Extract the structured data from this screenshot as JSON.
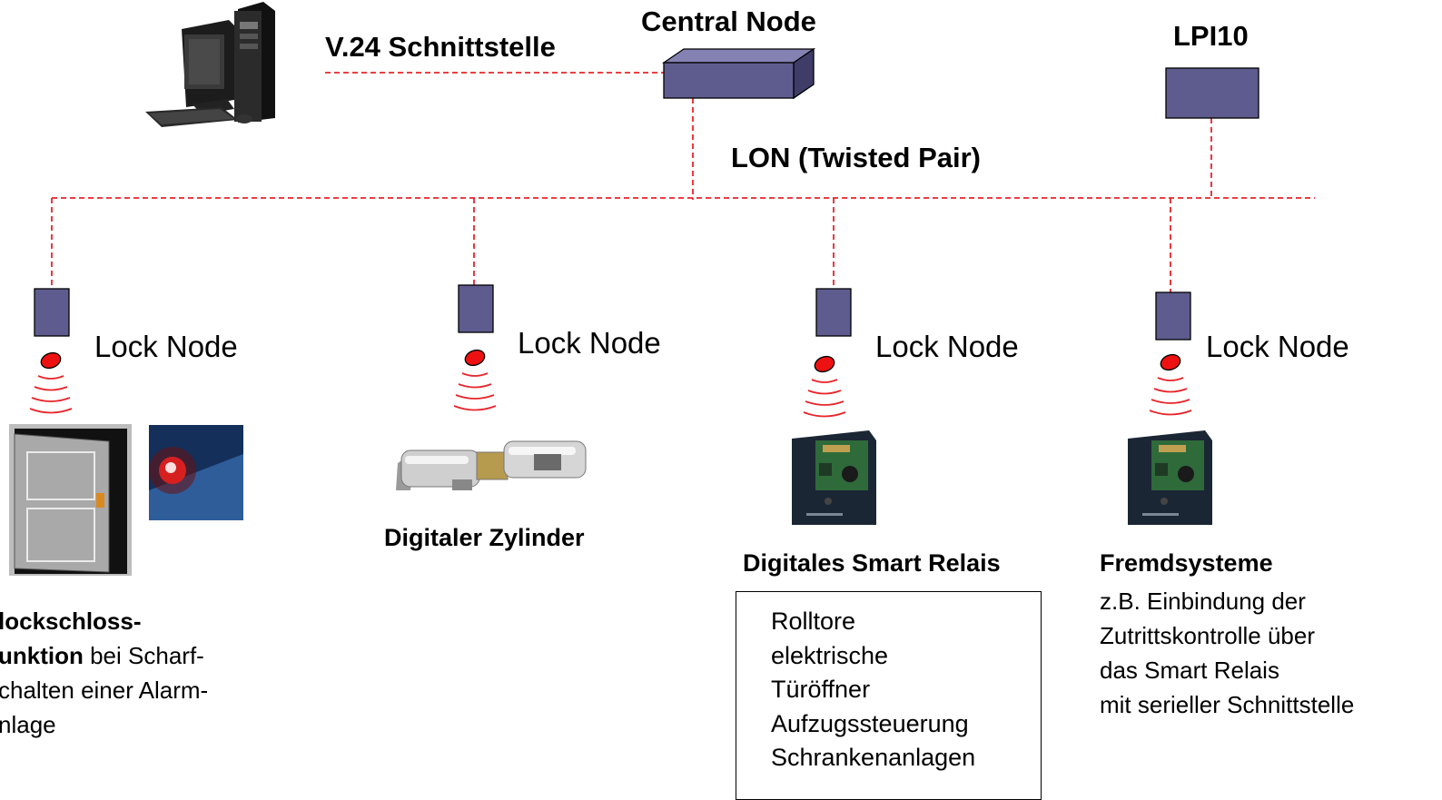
{
  "labels": {
    "v24": "V.24 Schnittstelle",
    "central_node": "Central Node",
    "lpi10": "LPI10",
    "lon": "LON (Twisted Pair)",
    "lock_node": "Lock Node"
  },
  "captions": {
    "zylinder": "Digitaler Zylinder",
    "smart_relais": "Digitales Smart Relais",
    "fremdsysteme": "Fremdsysteme"
  },
  "blockschloss": {
    "line1": "lockschloss-",
    "line2_bold": "unktion",
    "line2_rest": " bei Scharf-",
    "line3": "chalten einer Alarm-",
    "line4": "nlage"
  },
  "relais_list": [
    "Rolltore",
    "elektrische",
    "Türöffner",
    "Aufzugssteuerung",
    "Schrankenanlagen"
  ],
  "fremdsysteme_text": [
    "z.B. Einbindung der",
    "Zutrittskontrolle über",
    "das Smart Relais",
    "mit serieller Schnittstelle"
  ],
  "colors": {
    "node_fill": "#5e5c8e",
    "link_line": "#e8242a",
    "sensor_dot": "#ee1111"
  }
}
